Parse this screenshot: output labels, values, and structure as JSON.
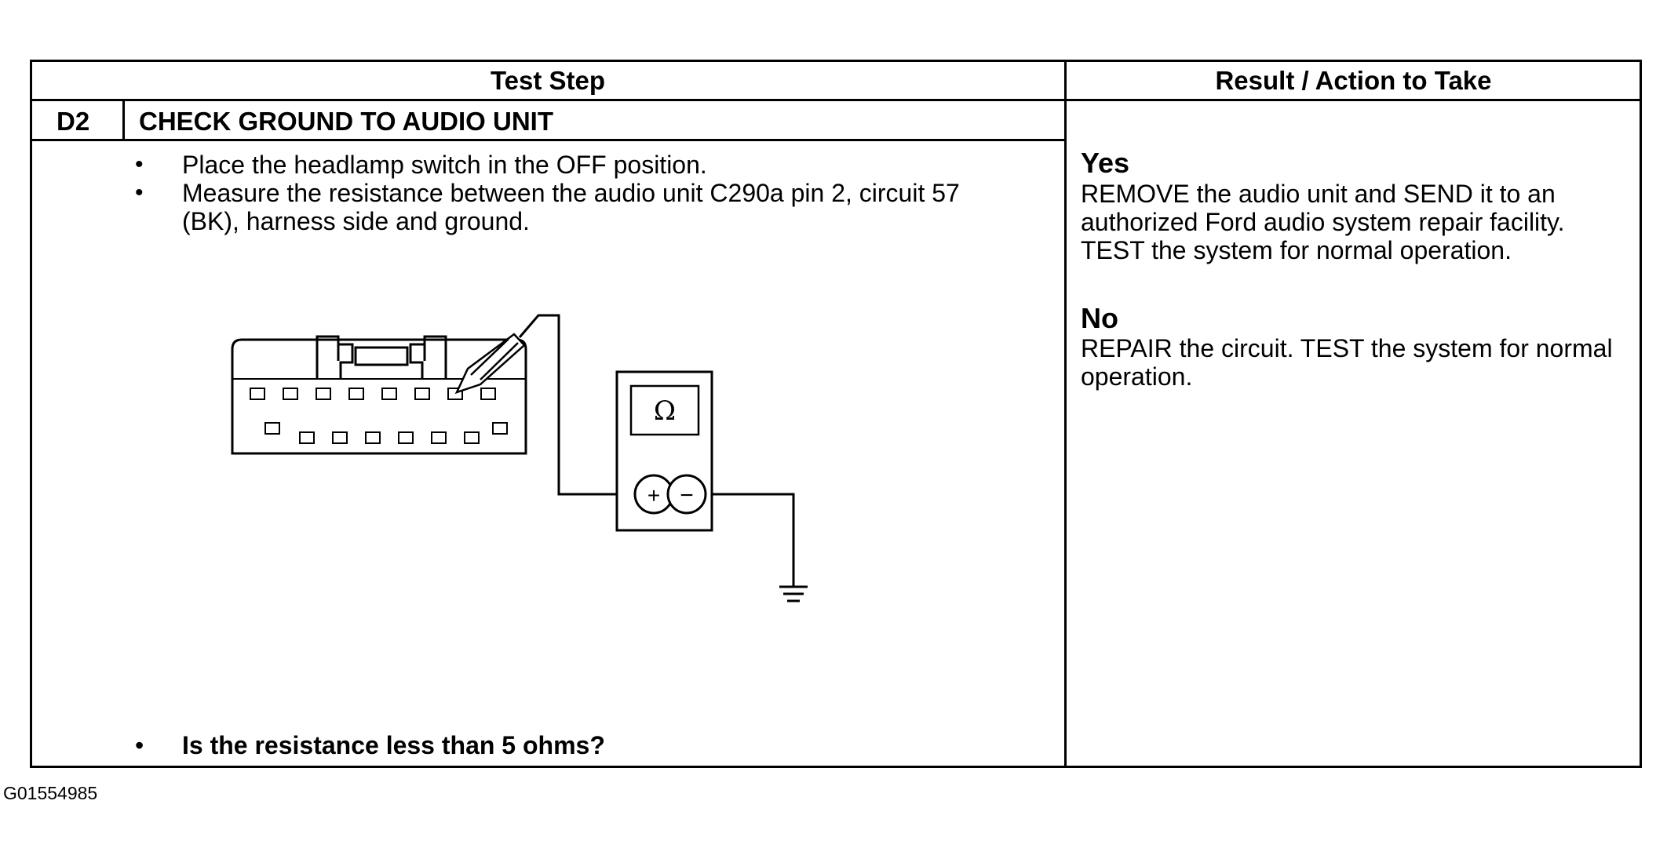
{
  "table": {
    "header_left": "Test Step",
    "header_right": "Result / Action to Take",
    "step_id": "D2",
    "step_title": "CHECK GROUND TO AUDIO UNIT",
    "bullets": [
      "Place the headlamp switch in the OFF position.",
      "Measure the resistance between the audio unit C290a pin 2, circuit 57 (BK), harness side and ground."
    ],
    "question": "Is the resistance less than 5 ohms?",
    "results": [
      {
        "label": "Yes",
        "text": "REMOVE the audio unit and SEND it to an authorized Ford audio system repair facility. TEST the system for normal operation."
      },
      {
        "label": "No",
        "text": "REPAIR the circuit. TEST the system for normal operation."
      }
    ]
  },
  "diagram": {
    "meter_symbol": "Ω",
    "plus_symbol": "+",
    "minus_symbol": "−"
  },
  "figure_id": "G01554985"
}
